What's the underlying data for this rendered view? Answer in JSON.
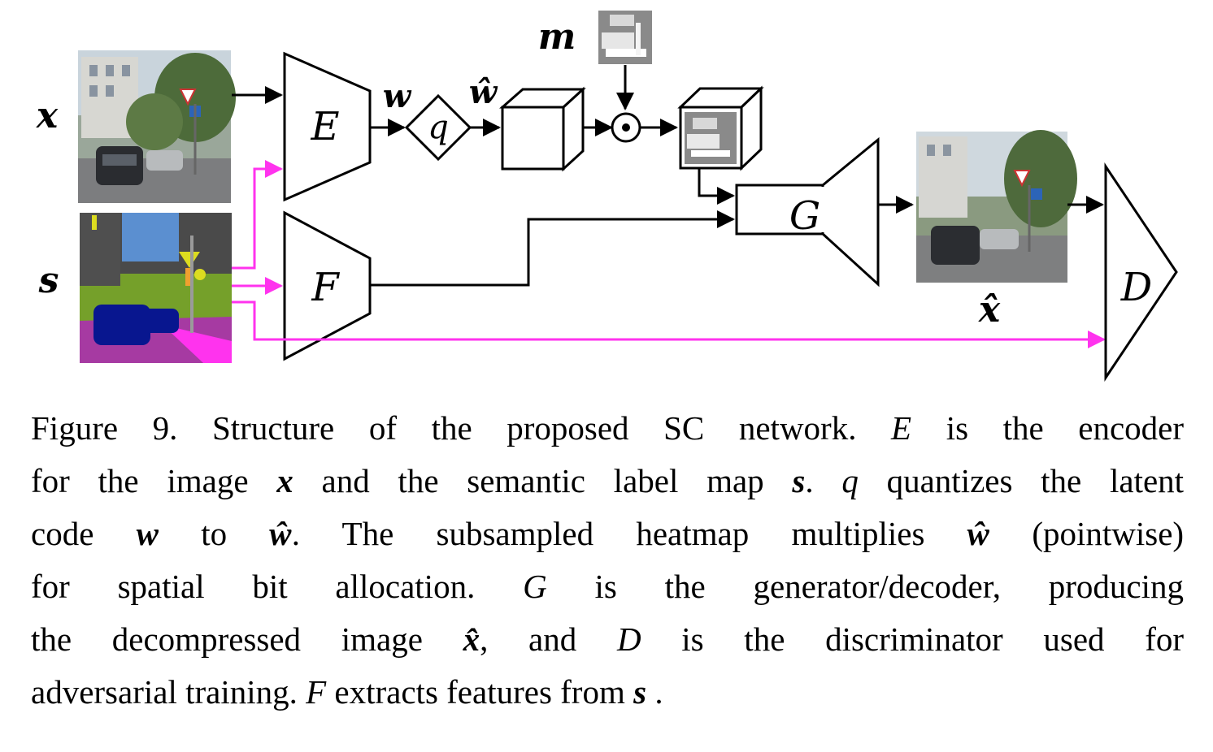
{
  "diagram": {
    "input_x_label": "x",
    "input_s_label": "s",
    "mask_label": "m",
    "encoder_label": "E",
    "feature_label": "F",
    "quantizer_label": "q",
    "latent_label": "w",
    "latent_hat_label": "ŵ",
    "pointwise_op": "⊙",
    "generator_label": "G",
    "discriminator_label": "D",
    "output_label": "x̂",
    "colors": {
      "black_arrow": "#000000",
      "magenta_arrow": "#ff33ee",
      "mask_gray": "#8a8a8a"
    }
  },
  "caption": {
    "figure_num": "Figure 9.",
    "l1_a": "Structure of the proposed SC network.",
    "l1_E": "E",
    "l1_b": "is the encoder",
    "l2_a": "for the image",
    "l2_x": "x",
    "l2_b": "and the semantic label map",
    "l2_s": "s",
    "l2_c": ".",
    "l2_q": "q",
    "l2_d": "quantizes the latent",
    "l3_a": "code",
    "l3_w": "w",
    "l3_b": "to",
    "l3_what": "ŵ",
    "l3_c": ". The subsampled heatmap multiplies",
    "l3_what2": "ŵ",
    "l3_d": "(pointwise)",
    "l4_a": "for spatial bit allocation.",
    "l4_G": "G",
    "l4_b": "is the generator/decoder, producing",
    "l5_a": "the decompressed image",
    "l5_xhat": "x̂",
    "l5_b": ", and",
    "l5_D": "D",
    "l5_c": "is the discriminator used for",
    "l6_a": "adversarial training.",
    "l6_F": "F",
    "l6_b": "extracts features from",
    "l6_s": "s",
    "l6_c": "."
  }
}
